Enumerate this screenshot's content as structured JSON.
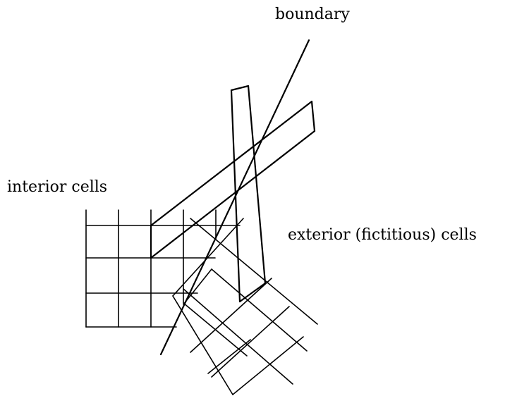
{
  "labels": {
    "boundary": "boundary",
    "interior": "interior cells",
    "exterior": "exterior (fictitious) cells"
  }
}
